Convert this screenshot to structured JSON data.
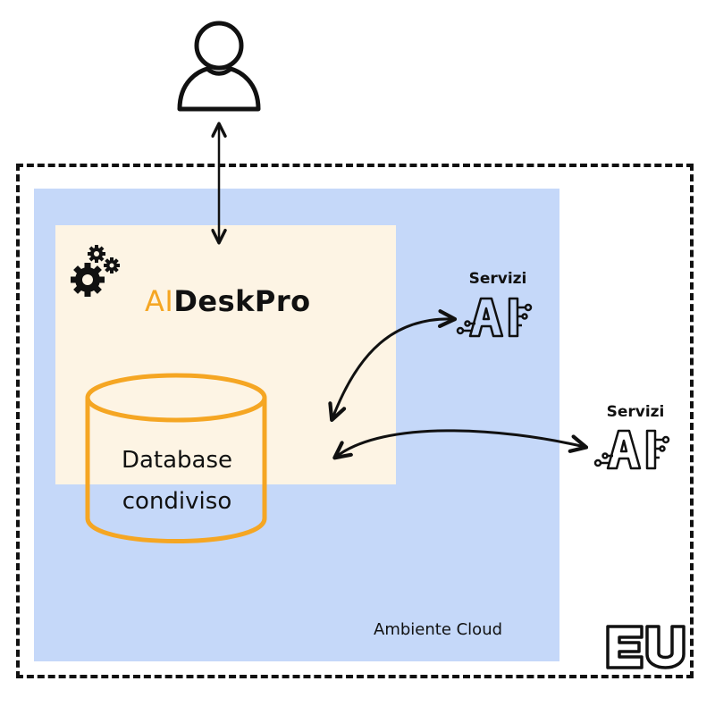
{
  "diagram": {
    "app": {
      "prefix": "AI",
      "suffix": "DeskPro"
    },
    "database": {
      "line1": "Database",
      "line2": "condiviso"
    },
    "cloud_label": "Ambiente Cloud",
    "ai_services": [
      {
        "title": "Servizi",
        "glyph": "AI"
      },
      {
        "title": "Servizi",
        "glyph": "AI"
      }
    ],
    "region": {
      "label": "EU"
    },
    "icons": {
      "user": "user-icon",
      "gears": "gears-icon",
      "ai": "ai-chip-icon"
    },
    "colors": {
      "cloud": "#c5d8f9",
      "app_box": "#fdf4e4",
      "accent": "#f5a623",
      "stroke": "#111111"
    }
  }
}
